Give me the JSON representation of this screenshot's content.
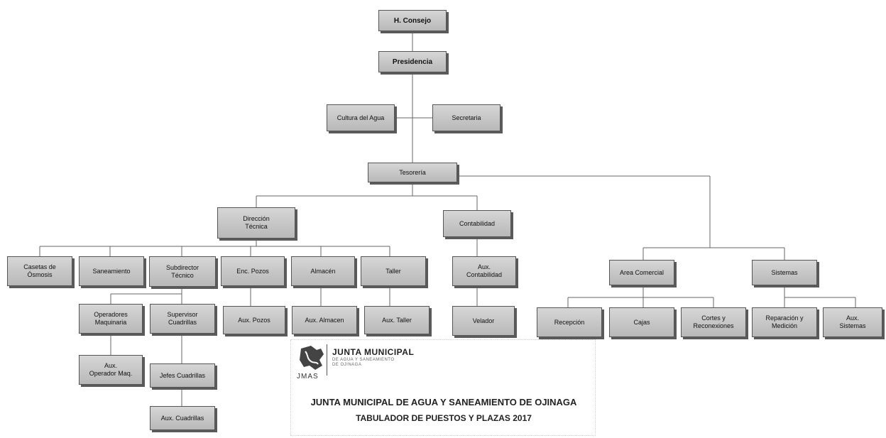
{
  "nodes": {
    "consejo": "H. Consejo",
    "presidencia": "Presidencia",
    "cultura": "Cultura del Agua",
    "secretaria": "Secretaria",
    "tesoreria": "Tesorería",
    "direccion": "Dirección\nTécnica",
    "contabilidad": "Contabilidad",
    "casetas": "Casetas de\nÓsmosis",
    "saneamiento": "Saneamiento",
    "subdirector": "Subdirector\nTécnico",
    "enc_pozos": "Enc. Pozos",
    "almacen": "Almacén",
    "taller": "Taller",
    "aux_contabilidad": "Aux.\nContabilidad",
    "area_comercial": "Area Comercial",
    "sistemas": "Sistemas",
    "operadores": "Operadores\nMaquinaria",
    "supervisor": "Supervisor\nCuadrillas",
    "aux_pozos": "Aux. Pozos",
    "aux_almacen": "Aux. Almacen",
    "aux_taller": "Aux. Taller",
    "velador": "Velador",
    "recepcion": "Recepción",
    "cajas": "Cajas",
    "cortes": "Cortes y\nReconexiones",
    "reparacion": "Reparación y\nMedición",
    "aux_sistemas": "Aux.\nSistemas",
    "aux_operador": "Aux.\nOperador Maq.",
    "jefes": "Jefes Cuadrillas",
    "aux_cuadrillas": "Aux. Cuadrillas"
  },
  "logo": {
    "name": "JUNTA MUNICIPAL",
    "sub1": "DE AGUA Y SANEAMIENTO",
    "sub2": "DE OJINAGA",
    "acronym": "JMAS"
  },
  "title": {
    "line1": "JUNTA MUNICIPAL DE AGUA Y SANEAMIENTO DE OJINAGA",
    "line2": "TABULADOR DE PUESTOS Y PLAZAS 2017"
  }
}
